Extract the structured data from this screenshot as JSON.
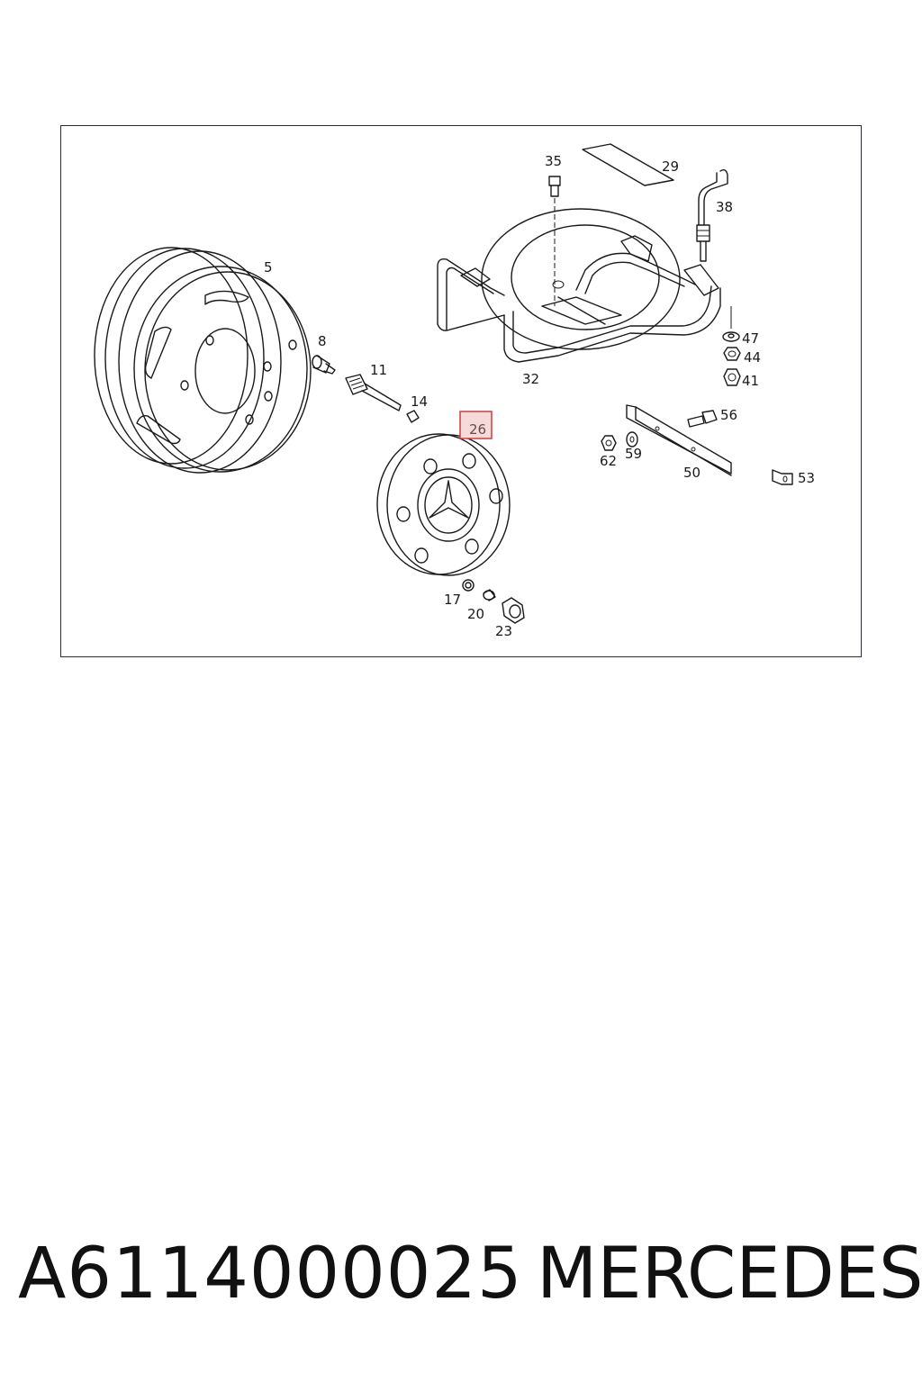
{
  "diagram": {
    "labels": {
      "l5": "5",
      "l8": "8",
      "l11": "11",
      "l14": "14",
      "l17": "17",
      "l20": "20",
      "l23": "23",
      "l26": "26",
      "l29": "29",
      "l32": "32",
      "l35": "35",
      "l38": "38",
      "l41": "41",
      "l44": "44",
      "l47": "47",
      "l50": "50",
      "l53": "53",
      "l56": "56",
      "l59": "59",
      "l62": "62"
    },
    "highlighted_label": "26",
    "colors": {
      "highlight_border": "#d23c3c",
      "highlight_fill": "#f6d9d9",
      "line": "#1a1a1a",
      "frame": "#2a2a3a"
    }
  },
  "footer": {
    "part_number": "A6114000025",
    "brand": "MERCEDES"
  }
}
